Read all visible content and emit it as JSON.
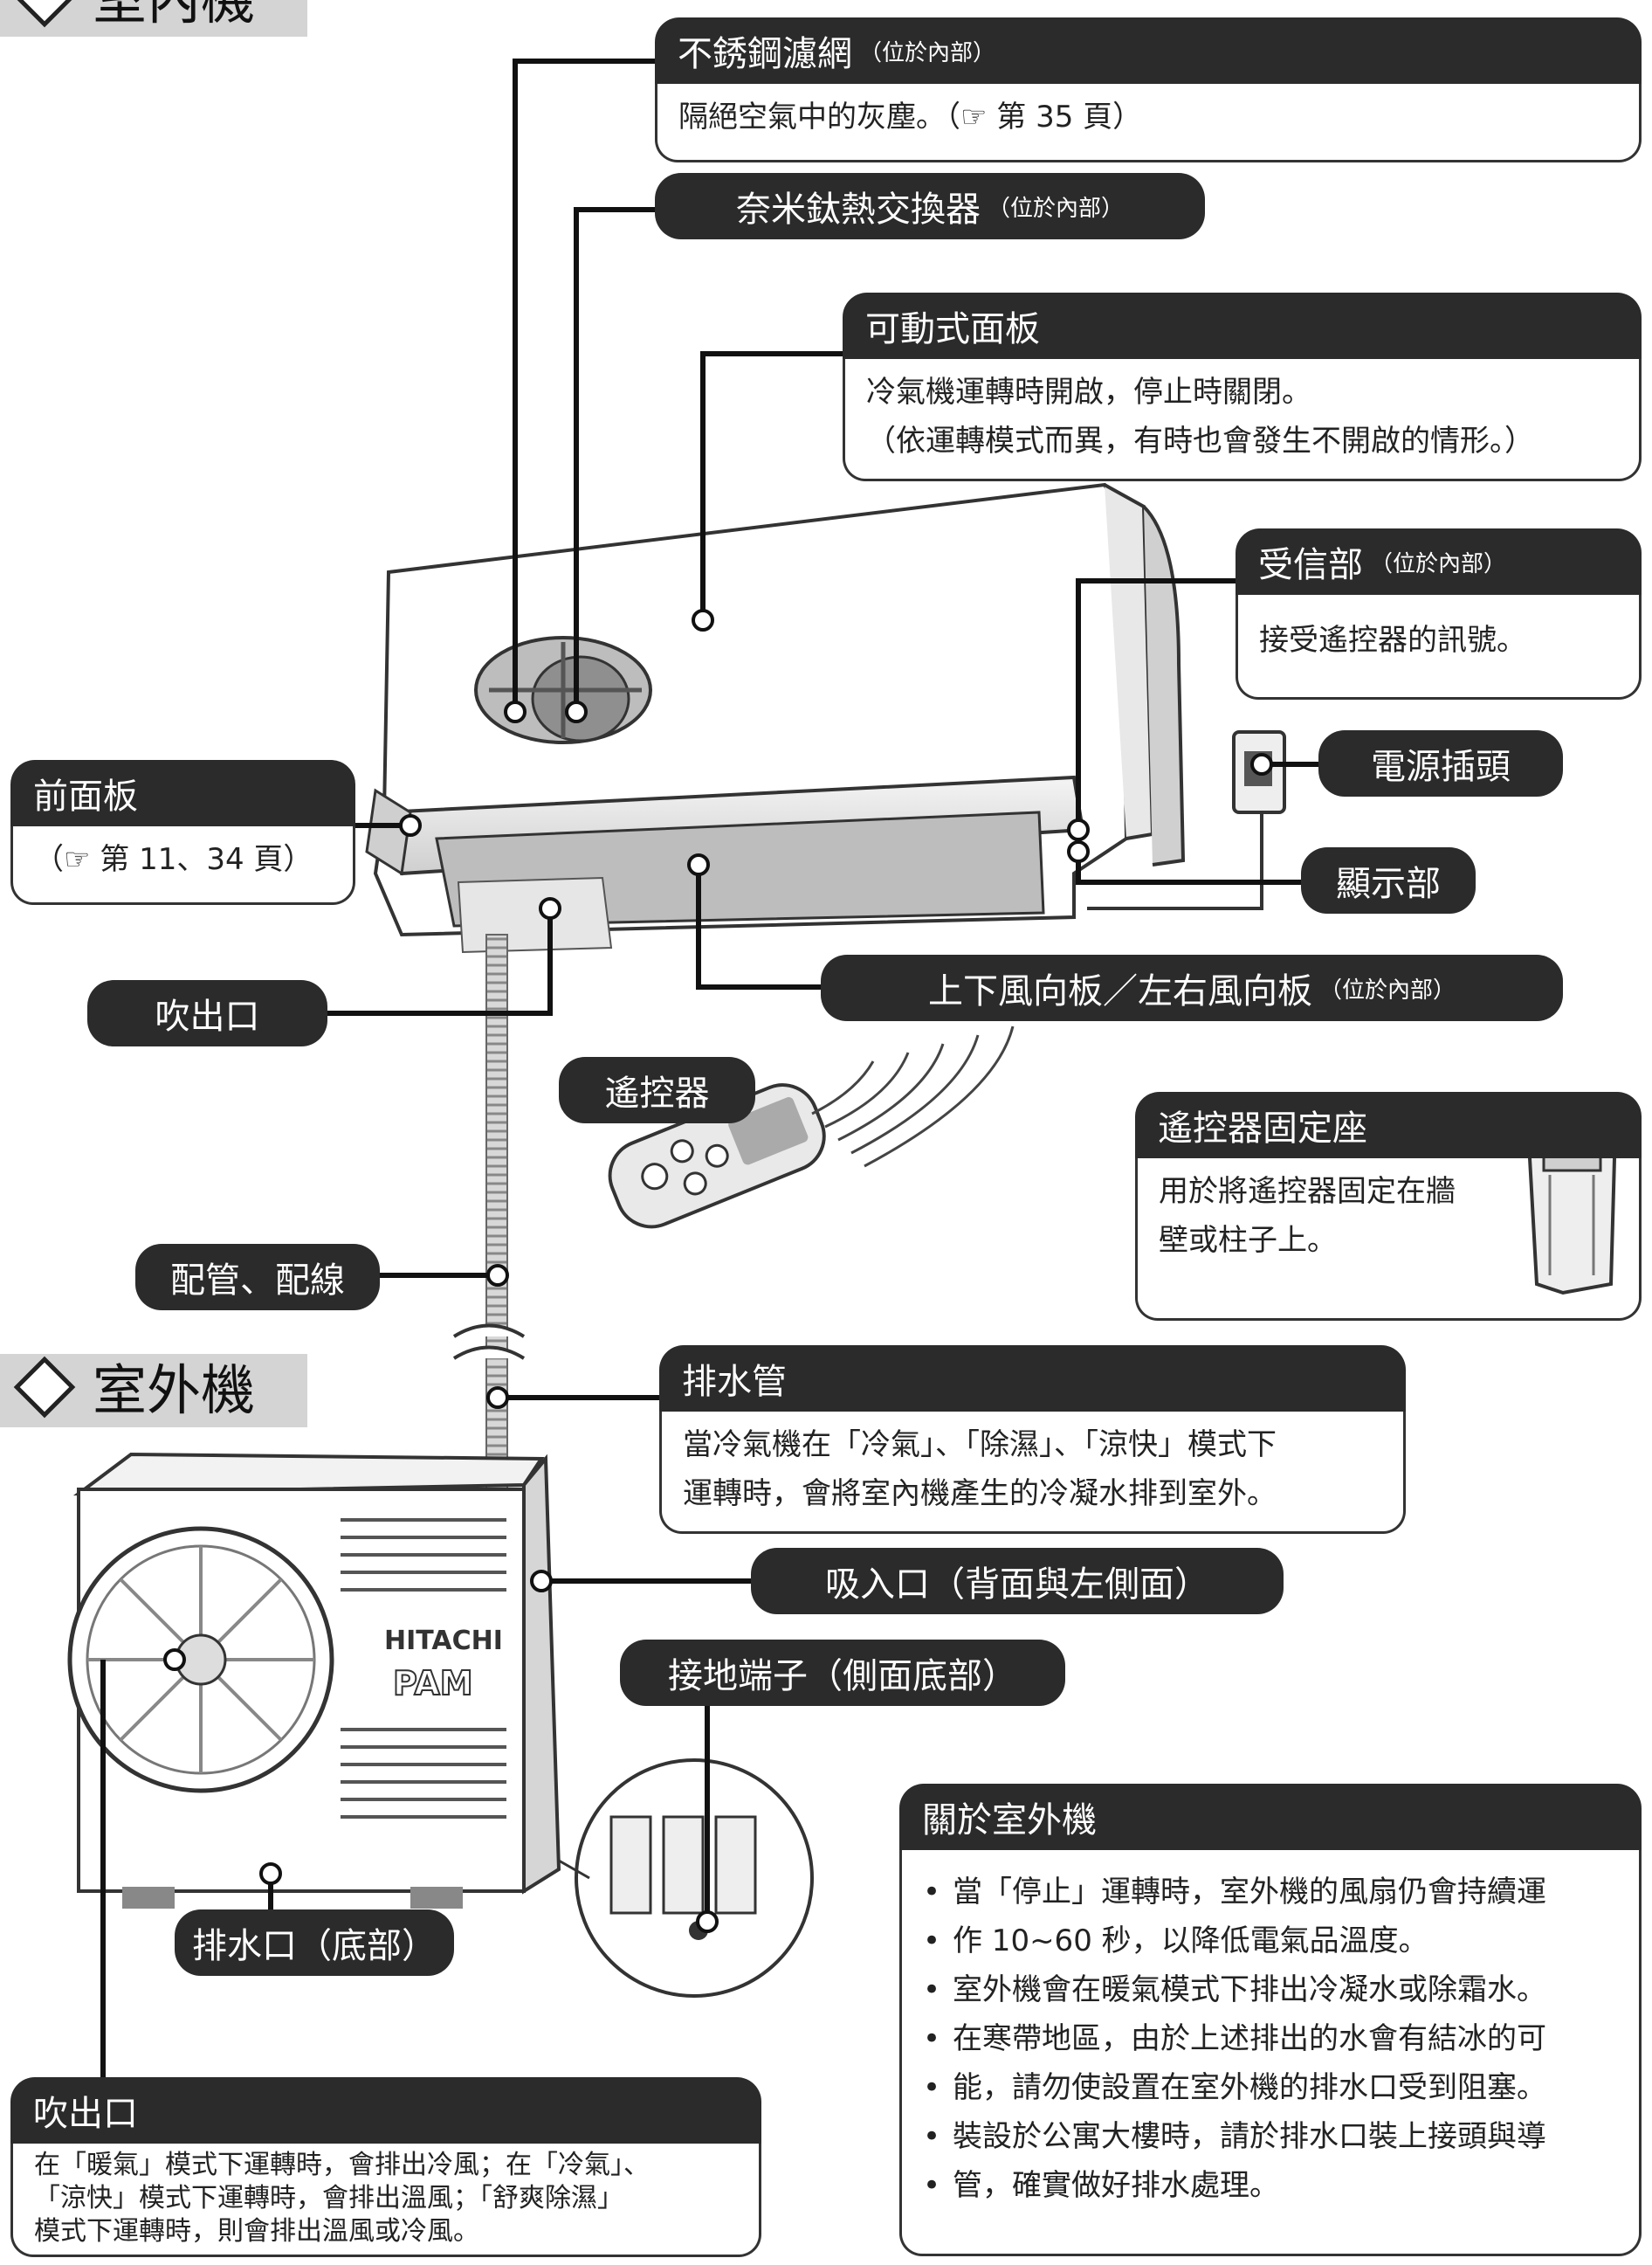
{
  "sections": {
    "indoor": "室內機",
    "outdoor": "室外機"
  },
  "labels": {
    "filter_title": "不銹鋼濾網",
    "filter_note": "（位於內部）",
    "filter_desc": "隔絕空氣中的灰塵。（☞ 第 35 頁）",
    "exchanger_title": "奈米鈦熱交換器",
    "exchanger_note": "（位於內部）",
    "panel_title": "可動式面板",
    "panel_desc_1": "冷氣機運轉時開啟，停止時關閉。",
    "panel_desc_2": "（依運轉模式而異，有時也會發生不開啟的情形。）",
    "receiver_title": "受信部",
    "receiver_note": "（位於內部）",
    "receiver_desc": "接受遙控器的訊號。",
    "plug": "電源插頭",
    "display": "顯示部",
    "front_title": "前面板",
    "front_desc": "（☞ 第 11、34 頁）",
    "louver": "上下風向板／左右風向板",
    "louver_note": "（位於內部）",
    "indoor_outlet": "吹出口",
    "remote": "遙控器",
    "holder_title": "遙控器固定座",
    "holder_desc_1": "用於將遙控器固定在牆",
    "holder_desc_2": "壁或柱子上。",
    "piping": "配管、配線",
    "drain_hose_title": "排水管",
    "drain_hose_desc_1": "當冷氣機在「冷氣」、「除濕」、「涼快」模式下",
    "drain_hose_desc_2": "運轉時，會將室內機產生的冷凝水排到室外。",
    "intake": "吸入口（背面與左側面）",
    "ground": "接地端子（側面底部）",
    "drain_port": "排水口（底部）",
    "outdoor_outlet_title": "吹出口",
    "outdoor_outlet_desc_1": "在「暖氣」模式下運轉時，會排出冷風；在「冷氣」、",
    "outdoor_outlet_desc_2": "「涼快」模式下運轉時，會排出溫風；「舒爽除濕」",
    "outdoor_outlet_desc_3": "模式下運轉時，則會排出溫風或冷風。",
    "about_title": "關於室外機",
    "about_items": [
      "當「停止」運轉時，室外機的風扇仍會持續運",
      "作 10~60 秒，以降低電氣品溫度。",
      "室外機會在暖氣模式下排出冷凝水或除霜水。",
      "在寒帶地區，由於上述排出的水會有結冰的可",
      "能，請勿使設置在室外機的排水口受到阻塞。",
      "裝設於公寓大樓時，請於排水口裝上接頭與導",
      "管，確實做好排水處理。"
    ]
  },
  "unit_brand": [
    "HITACHI",
    "PAM"
  ],
  "colors": {
    "label_bg": "#2b2b2b",
    "section_bg": "#d4d4d4"
  }
}
